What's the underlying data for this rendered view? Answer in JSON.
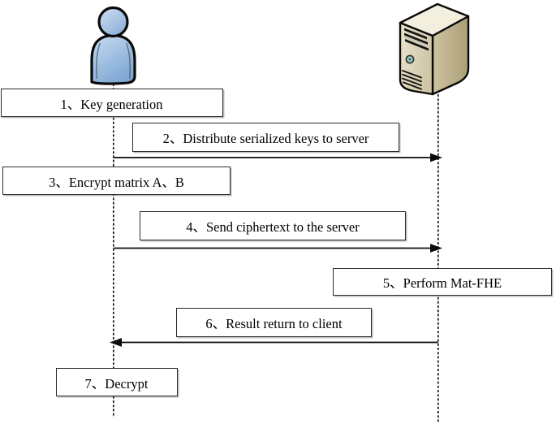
{
  "diagram": {
    "type": "sequence-diagram",
    "actors": [
      {
        "id": "client",
        "icon": "person-icon",
        "lifeline": "dashed"
      },
      {
        "id": "server",
        "icon": "server-icon",
        "lifeline": "dashed"
      }
    ],
    "steps": [
      {
        "label": "1、Key generation",
        "type": "action",
        "actor": "client"
      },
      {
        "label": "2、Distribute serialized keys to server",
        "type": "message",
        "direction": "client-to-server"
      },
      {
        "label": "3、Encrypt matrix A、B",
        "type": "action",
        "actor": "client"
      },
      {
        "label": "4、Send ciphertext to the server",
        "type": "message",
        "direction": "client-to-server"
      },
      {
        "label": "5、Perform Mat-FHE",
        "type": "action",
        "actor": "server"
      },
      {
        "label": "6、Result return to client",
        "type": "message",
        "direction": "server-to-client"
      },
      {
        "label": "7、Decrypt",
        "type": "action",
        "actor": "client"
      }
    ],
    "colors": {
      "background": "#ffffff",
      "box_fill": "#ffffff",
      "box_border": "#2b2b2b",
      "line": "#0a0a0a",
      "text": "#000000",
      "person_fill_light": "#c9dcf1",
      "person_fill_dark": "#7fa8d4",
      "server_top": "#f3efdf",
      "server_front_light": "#eae4cd",
      "server_front_dark": "#cfc6a6",
      "server_side_light": "#cdc3a0",
      "server_side_dark": "#ac9f76",
      "power_button": "#9ed0bf"
    }
  }
}
